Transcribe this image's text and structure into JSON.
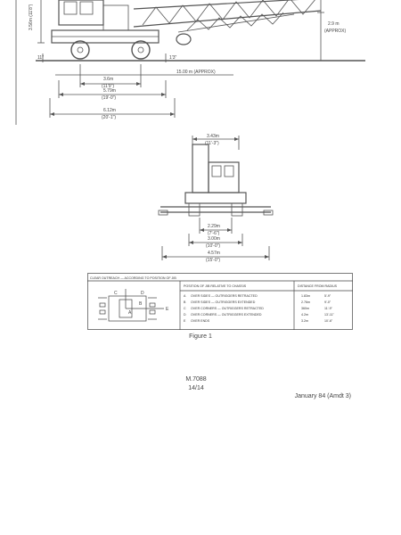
{
  "side_view": {
    "dims": {
      "height_left": "3.56m (11'8\")",
      "gap_front": "11\"",
      "gap_rear": "1'3\"",
      "boom_height": "2.9 m",
      "boom_height_note": "(APPROX)",
      "boom_length": "15.00 m (APPROX)",
      "wheelbase": "3.6m",
      "wheelbase_imp": "(11'9\")",
      "outrigger_span": "5.79m",
      "outrigger_span_imp": "(19'-0\")",
      "overall_length": "6.12m",
      "overall_length_imp": "(20'-1\")"
    }
  },
  "front_view": {
    "dims": {
      "overall_width": "3.43m",
      "overall_width_imp": "(11'-3\")",
      "track_inner": "2.29m",
      "track_inner_imp": "(7'-6\")",
      "track_outer": "3.00m",
      "track_outer_imp": "(10'-0\")",
      "outrigger_width": "4.57m",
      "outrigger_width_imp": "(15'-0\")"
    }
  },
  "clearance_table": {
    "title": "CLEAR OUTREACH — ACCORDING TO POSITION OF JIB",
    "col_position": "POSITION OF JIB RELATIVE TO CHASSIS",
    "col_radius": "DISTANCE FROM RADIUS",
    "plan_labels": {
      "a": "A",
      "b": "B",
      "c": "C",
      "d": "D",
      "e": "E"
    },
    "rows": [
      {
        "key": "A",
        "desc": "OVER SIDES — OUTRIGGERS RETRACTED",
        "m": "1.83m",
        "ft": "5'-9\""
      },
      {
        "key": "B",
        "desc": "OVER SIDES — OUTRIGGERS EXTENDED",
        "m": "2.76m",
        "ft": "9'-0\""
      },
      {
        "key": "C",
        "desc": "OVER CORNERS — OUTRIGGERS RETRACTED",
        "m": "360m",
        "ft": "11'-9\""
      },
      {
        "key": "D",
        "desc": "OVER CORNERS — OUTRIGGERS EXTENDED",
        "m": "4.2m",
        "ft": "13'-11\""
      },
      {
        "key": "E",
        "desc": "OVER ENDS",
        "m": "3.2m",
        "ft": "10'-6\""
      }
    ]
  },
  "figure_caption": "Figure 1",
  "doc_ref": "M.7088",
  "page_no": "14/14",
  "date": "January 84 (Amdt 3)"
}
